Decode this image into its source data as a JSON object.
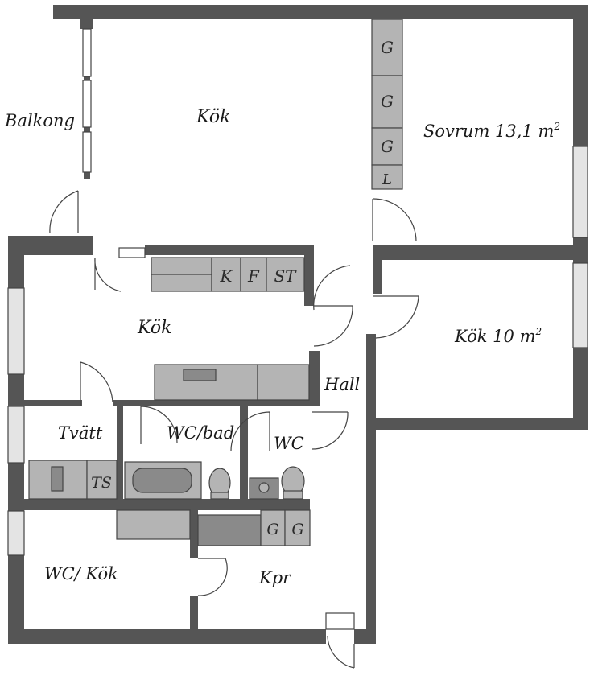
{
  "colors": {
    "wall": "#555555",
    "fixture": "#b4b4b4",
    "fixture_dark": "#8a8a8a",
    "line": "#444444",
    "window": "#dcdcdc"
  },
  "rooms": {
    "balkong": "Balkong",
    "kok_top": "Kök",
    "sovrum": "Sovrum 13,1 m",
    "sovrum_sup": "2",
    "kok_mid": "Kök",
    "kok10": "Kök 10 m",
    "kok10_sup": "2",
    "hall": "Hall",
    "tvatt": "Tvätt",
    "wcbad": "WC/bad",
    "wc": "WC",
    "wckok": "WC/ Kök",
    "kpr": "Kpr"
  },
  "fixtures": {
    "closet_g1": "G",
    "closet_g2": "G",
    "closet_g3": "G",
    "closet_l": "L",
    "kitchen_k": "K",
    "kitchen_f": "F",
    "kitchen_st": "ST",
    "laundry_ts": "TS",
    "closet_g4": "G",
    "closet_g5": "G"
  }
}
